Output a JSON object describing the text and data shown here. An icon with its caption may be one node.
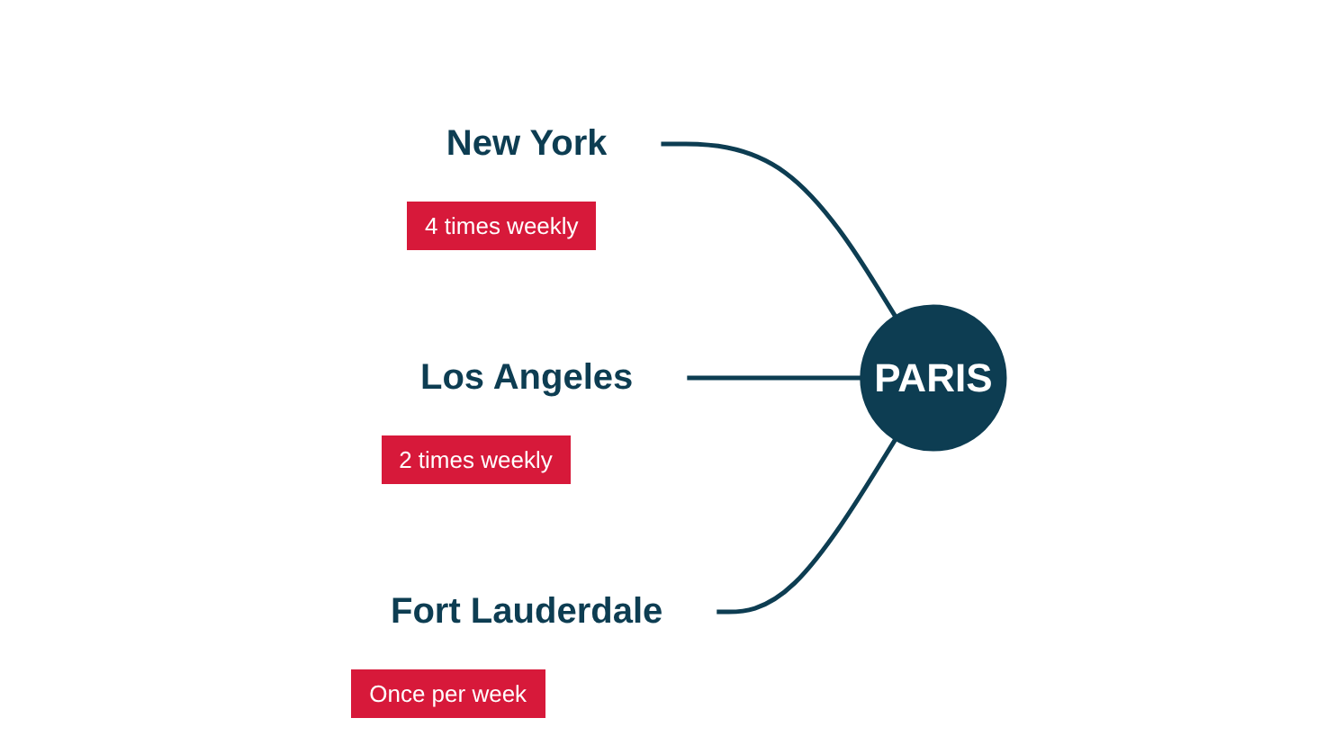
{
  "diagram": {
    "nodes": [
      {
        "text": [
          "New York"
        ],
        "beside": [
          "4 times weekly"
        ]
      },
      {
        "text": [
          "Los Angeles"
        ],
        "beside": [
          "2 times weekly"
        ]
      },
      {
        "text": [
          "Fort Lauderdale"
        ],
        "beside": [
          "Once per week"
        ]
      },
      {
        "text": [
          "PARIS"
        ]
      }
    ],
    "edges": [
      {
        "from": 0,
        "to": 3,
        "arrow": "none"
      },
      {
        "from": 1,
        "to": 3,
        "arrow": "none"
      },
      {
        "from": 2,
        "to": 3,
        "arrow": "none"
      }
    ]
  }
}
